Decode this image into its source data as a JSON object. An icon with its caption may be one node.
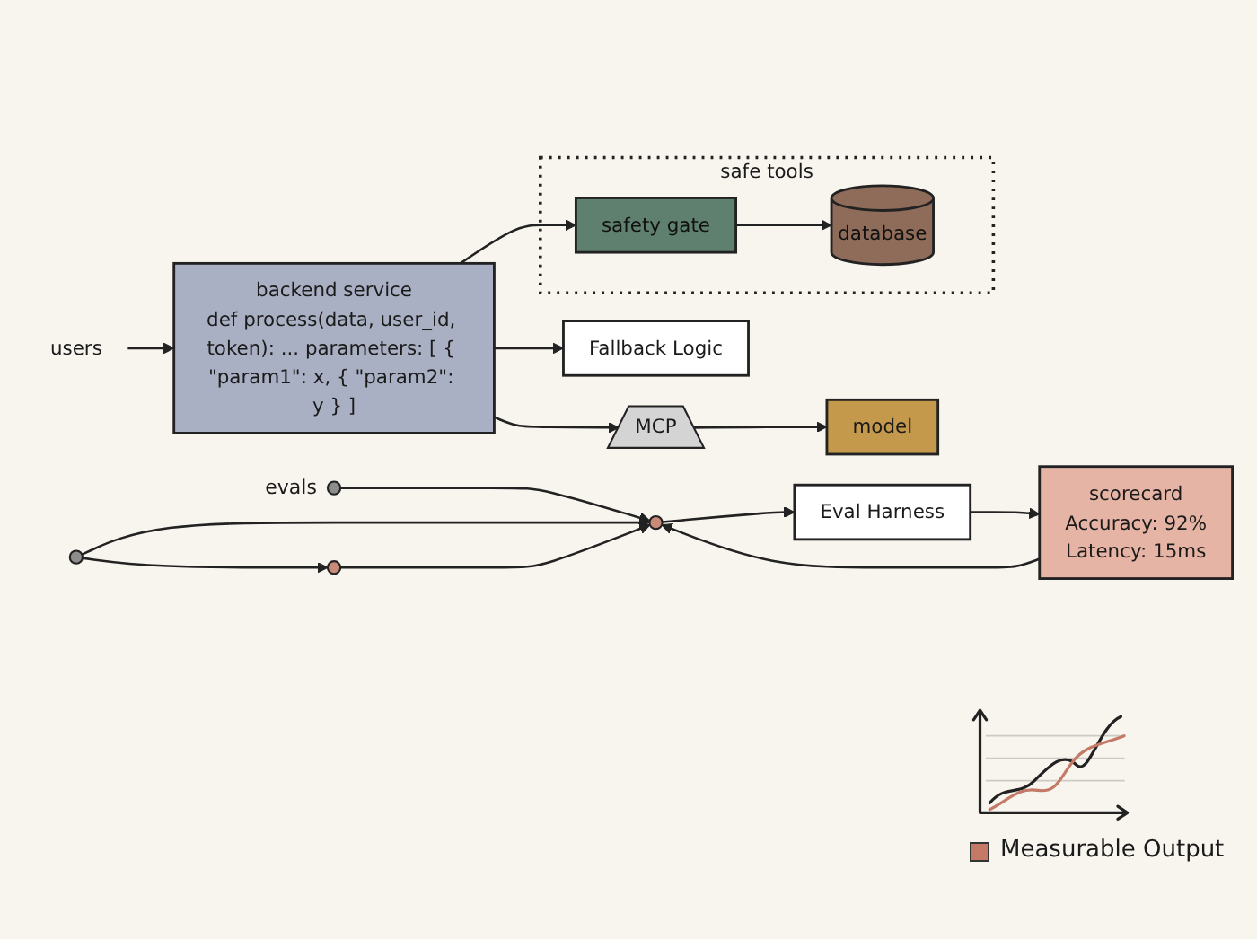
{
  "diagram": {
    "nodes": [
      {
        "text": [],
        "shape": "circle"
      },
      {
        "text": [],
        "shape": "circle"
      },
      {
        "text": [],
        "shape": "circle"
      },
      {
        "text": [],
        "shape": "circle"
      },
      {
        "text": [
          "Eval Harness"
        ]
      },
      {
        "text": [
          "scorecard",
          "Accuracy: 92%",
          "Latency: 15ms"
        ]
      },
      {
        "text": [
          "users"
        ]
      },
      {
        "text": [
          "backend service",
          "def process(data, user_id, token): ... parameters: [ { \"param1\": x, { \"param2\": y } ]"
        ]
      },
      {
        "text": [
          "MCP"
        ]
      },
      {
        "text": [
          "model"
        ]
      },
      {
        "text": [
          "Fallback Logic"
        ]
      },
      {
        "text": [
          "safe tools"
        ]
      },
      {
        "text": [
          "safety gate"
        ],
        "in": 11
      },
      {
        "text": [
          "database"
        ],
        "in": 11
      }
    ],
    "edges": [
      {
        "from": 0,
        "to": 2,
        "arrow": "to"
      },
      {
        "from": 1,
        "to": 2,
        "arrow": "to"
      },
      {
        "from": 1,
        "to": 3,
        "arrow": "to"
      },
      {
        "from": 3,
        "to": 2,
        "arrow": "to"
      },
      {
        "from": 2,
        "to": 4,
        "arrow": "to"
      },
      {
        "from": 4,
        "to": 5,
        "arrow": "to"
      },
      {
        "from": 5,
        "to": 2,
        "arrow": "to"
      },
      {
        "from": 6,
        "to": 7,
        "arrow": "to"
      },
      {
        "from": 7,
        "to": 8,
        "arrow": "to"
      },
      {
        "from": 8,
        "to": 9,
        "arrow": "to"
      },
      {
        "from": 7,
        "to": 10,
        "arrow": "to"
      },
      {
        "from": 7,
        "to": 12,
        "arrow": "to"
      },
      {
        "from": 12,
        "to": 13,
        "arrow": "to"
      }
    ],
    "labels": [
      "evals"
    ],
    "legend": [
      {
        "text": "Measurable Output",
        "color": "#c47a66"
      }
    ]
  }
}
